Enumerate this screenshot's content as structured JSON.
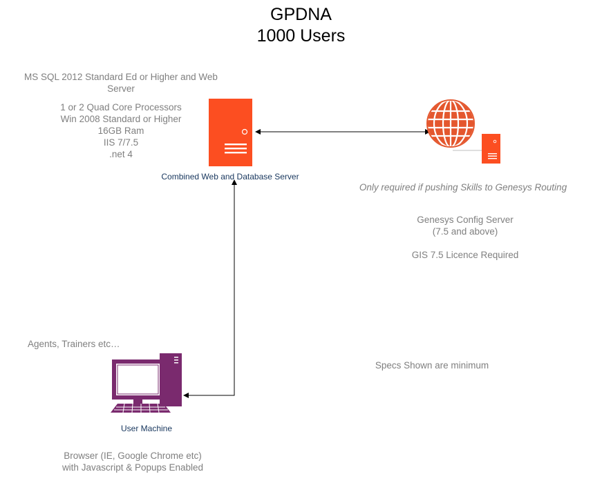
{
  "title": {
    "line1": "GPDNA",
    "line2": "1000 Users"
  },
  "server_specs": {
    "requirement_line1": "MS SQL 2012 Standard Ed or Higher and Web",
    "requirement_line2": "Server",
    "processors": "1 or 2 Quad Core Processors",
    "os": "Win 2008 Standard or Higher",
    "ram": "16GB Ram",
    "iis": "IIS 7/7.5",
    "dotnet": ".net 4"
  },
  "nodes": {
    "web_db_server_label": "Combined Web and Database Server",
    "user_machine_label": "User Machine"
  },
  "genesys": {
    "note": "Only required if pushing Skills to Genesys Routing",
    "config_server_line1": "Genesys Config Server",
    "config_server_line2": "(7.5 and above)",
    "licence": "GIS 7.5 Licence Required"
  },
  "user_side": {
    "users": "Agents, Trainers etc…",
    "browser_line1": "Browser (IE, Google Chrome etc)",
    "browser_line2": "with Javascript & Popups Enabled"
  },
  "footer_note": "Specs Shown are minimum",
  "colors": {
    "server_orange": "#fc4e21",
    "globe_orange": "#e4572e",
    "machine_purple": "#7a2a6e",
    "text_grey": "#7f7f7f",
    "label_navy": "#17365d"
  },
  "icons": {
    "web_db_server": "server-tower-icon",
    "genesys": "globe-server-icon",
    "user_machine": "desktop-computer-icon"
  }
}
